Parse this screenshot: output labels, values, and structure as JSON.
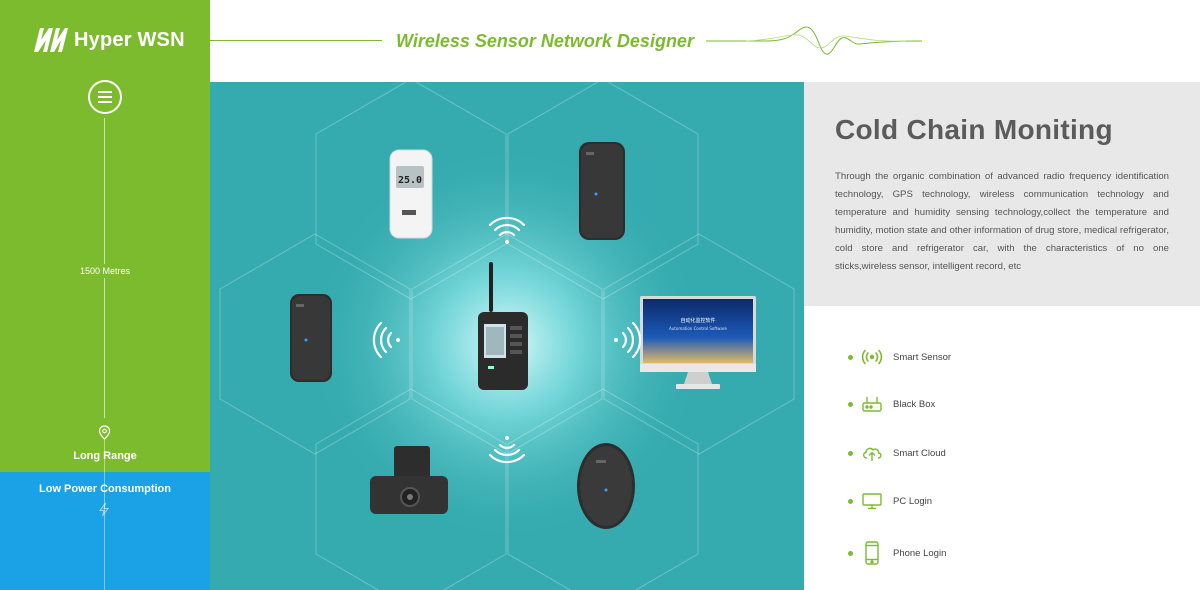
{
  "brand": {
    "name": "Hyper WSN"
  },
  "sidebar": {
    "distance_label": "1500 Metres",
    "long_range_label": "Long Range",
    "low_power_label": "Low Power Consumption"
  },
  "header": {
    "title": "Wireless Sensor Network Designer"
  },
  "devices": {
    "temp_display": "25.0",
    "monitor_title": "自动化监控软件",
    "monitor_subtitle": "Automation Control Software"
  },
  "info": {
    "title": "Cold Chain Moniting",
    "description": "Through the organic combination of advanced radio frequency identification technology, GPS technology, wireless communication technology and temperature and humidity sensing technology,collect the temperature and humidity, motion state and other information of drug store, medical refrigerator, cold store and refrigerator car, with the characteristics of no one sticks,wireless sensor, intelligent record, etc"
  },
  "features": [
    {
      "label": "Smart Sensor",
      "icon": "wireless-signal-icon"
    },
    {
      "label": "Black Box",
      "icon": "router-icon"
    },
    {
      "label": "Smart Cloud",
      "icon": "cloud-upload-icon"
    },
    {
      "label": "PC Login",
      "icon": "monitor-icon"
    },
    {
      "label": "Phone Login",
      "icon": "phone-icon"
    }
  ],
  "colors": {
    "green": "#7dbb2e",
    "blue": "#1aa1e6",
    "teal": "#35abaf",
    "info_bg": "#e8e8e8"
  }
}
